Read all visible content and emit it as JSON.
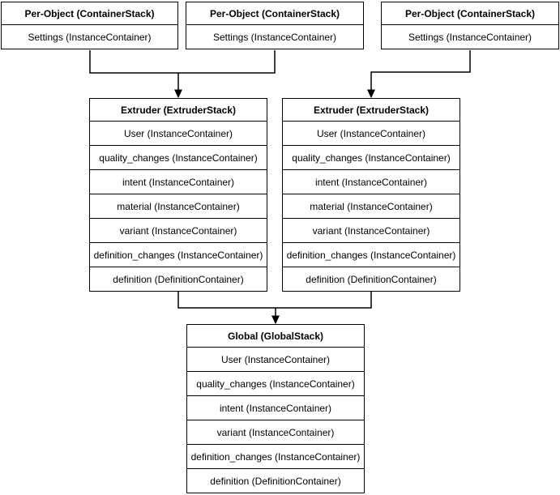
{
  "diagram": {
    "background_color": "#ffffff",
    "stroke_color": "#000000",
    "text_color": "#000000",
    "nodes": [
      {
        "id": "per-object-1",
        "title": "Per-Object (ContainerStack)",
        "rows": [
          "Settings (InstanceContainer)"
        ]
      },
      {
        "id": "per-object-2",
        "title": "Per-Object (ContainerStack)",
        "rows": [
          "Settings (InstanceContainer)"
        ]
      },
      {
        "id": "per-object-3",
        "title": "Per-Object (ContainerStack)",
        "rows": [
          "Settings (InstanceContainer)"
        ]
      },
      {
        "id": "extruder-1",
        "title": "Extruder (ExtruderStack)",
        "rows": [
          "User (InstanceContainer)",
          "quality_changes (InstanceContainer)",
          "intent (InstanceContainer)",
          "material (InstanceContainer)",
          "variant (InstanceContainer)",
          "definition_changes (InstanceContainer)",
          "definition (DefinitionContainer)"
        ]
      },
      {
        "id": "extruder-2",
        "title": "Extruder (ExtruderStack)",
        "rows": [
          "User (InstanceContainer)",
          "quality_changes (InstanceContainer)",
          "intent (InstanceContainer)",
          "material (InstanceContainer)",
          "variant (InstanceContainer)",
          "definition_changes (InstanceContainer)",
          "definition (DefinitionContainer)"
        ]
      },
      {
        "id": "global",
        "title": "Global (GlobalStack)",
        "rows": [
          "User (InstanceContainer)",
          "quality_changes (InstanceContainer)",
          "intent (InstanceContainer)",
          "variant (InstanceContainer)",
          "definition_changes (InstanceContainer)",
          "definition (DefinitionContainer)"
        ]
      }
    ],
    "edges": [
      {
        "from": "per-object-1",
        "to": "extruder-1",
        "arrow": "down"
      },
      {
        "from": "per-object-2",
        "to": "extruder-1",
        "arrow": "down"
      },
      {
        "from": "per-object-3",
        "to": "extruder-2",
        "arrow": "down"
      },
      {
        "from": "extruder-1",
        "to": "global",
        "arrow": "down"
      },
      {
        "from": "extruder-2",
        "to": "global",
        "arrow": "down"
      }
    ]
  }
}
